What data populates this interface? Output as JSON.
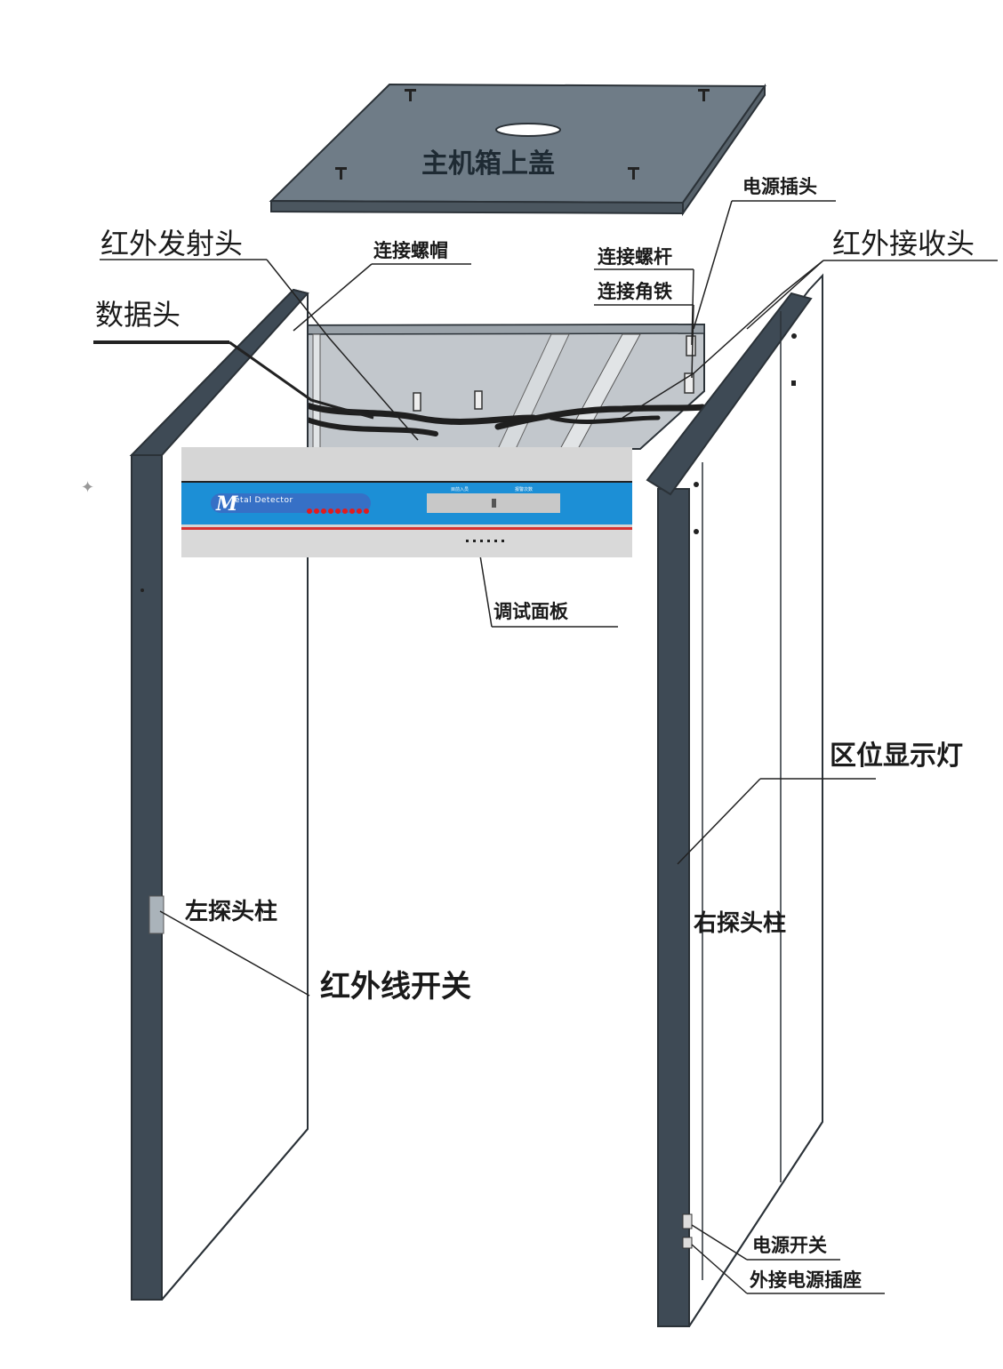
{
  "labels": {
    "lid": "主机箱上盖",
    "power_plug": "电源插头",
    "ir_emitter": "红外发射头",
    "connect_nut": "连接螺帽",
    "connect_bolt": "连接螺杆",
    "ir_receiver": "红外接收头",
    "connect_angle": "连接角铁",
    "data_head": "数据头",
    "debug_panel": "调试面板",
    "zone_light": "区位显示灯",
    "left_column": "左探头柱",
    "right_column": "右探头柱",
    "ir_switch": "红外线开关",
    "power_switch": "电源开关",
    "power_socket": "外接电源插座"
  },
  "panel": {
    "brand_initial": "M",
    "brand_rest": "etal  Detector",
    "led_count": 9,
    "display_left_label": "目前入员",
    "display_right_label": "报警次数"
  },
  "colors": {
    "frame": "#3e4a55",
    "lid": "#6f7c87",
    "panel_blue": "#1c8fd6",
    "panel_red": "#d63131",
    "led_red": "#e31b1b"
  }
}
